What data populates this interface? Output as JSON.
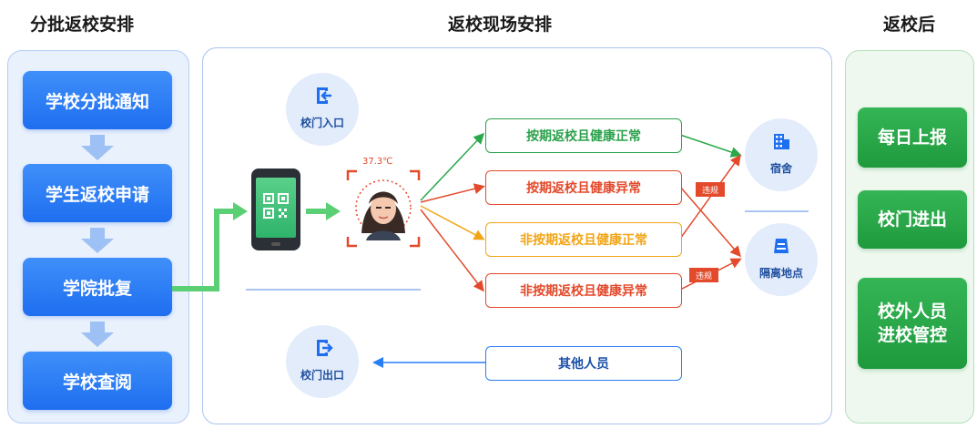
{
  "headings": {
    "left": "分批返校安排",
    "middle": "返校现场安排",
    "right": "返校后"
  },
  "left_steps": [
    "学校分批通知",
    "学生返校申请",
    "学院批复",
    "学校查阅"
  ],
  "gates": {
    "entrance": "校门入口",
    "exit": "校门出口"
  },
  "temperature": "37.3℃",
  "outcomes": [
    {
      "label": "按期返校且健康正常",
      "color": "#2ba24c"
    },
    {
      "label": "按期返校且健康异常",
      "color": "#e24a2b"
    },
    {
      "label": "非按期返校且健康正常",
      "color": "#f2a516"
    },
    {
      "label": "非按期返校且健康异常",
      "color": "#e24a2b"
    }
  ],
  "other_people": "其他人员",
  "violation": "违规",
  "destinations": {
    "dorm": "宿舍",
    "quarantine": "隔离地点"
  },
  "after_steps": [
    "每日上报",
    "校门进出",
    "校外人员\n进校管控"
  ],
  "colors": {
    "blue_accent": "#2a7ef5",
    "green_accent": "#2aa84a",
    "red_accent": "#e24a2b",
    "orange_accent": "#f2a516"
  }
}
